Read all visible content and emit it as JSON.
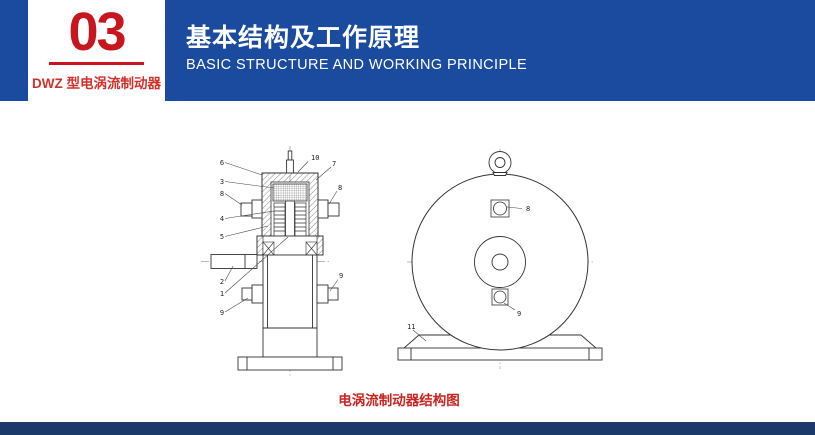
{
  "header": {
    "badge_number": "03",
    "badge_label": "DWZ 型电涡流制动器",
    "title_zh": "基本结构及工作原理",
    "title_en": "BASIC STRUCTURE AND WORKING PRINCIPLE"
  },
  "figure": {
    "caption": "电涡流制动器结构图",
    "section_view": {
      "labels_left": [
        "6",
        "3",
        "8",
        "4",
        "5",
        "2",
        "1",
        "9"
      ],
      "labels_right": [
        "10",
        "7",
        "8",
        "9"
      ]
    },
    "front_view": {
      "label_bolt_top": "8",
      "label_bolt_bottom": "9",
      "label_base": "11"
    }
  },
  "colors": {
    "banner_blue": "#1b4b9e",
    "footer_navy": "#1b3a6a",
    "accent_red": "#c8161e"
  }
}
